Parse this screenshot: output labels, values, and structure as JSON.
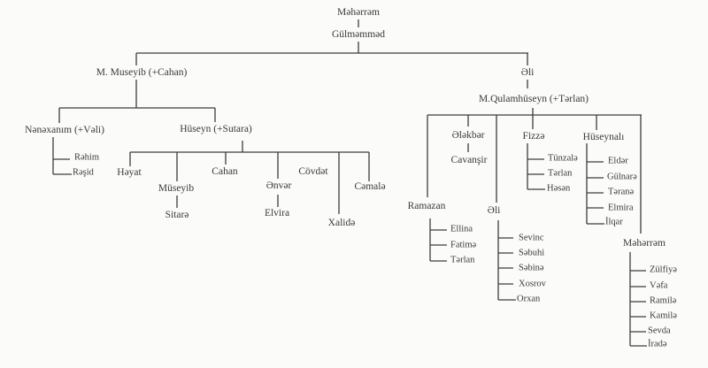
{
  "gen1": "Məhərrəm",
  "gen2": "Gülməmməd",
  "left": {
    "name": "M. Museyib (+Cahan)",
    "children": [
      {
        "name": "Nənəxanım (+Vəli)",
        "children": [
          "Rəhim",
          "Rəşid"
        ]
      },
      {
        "name": "Hüseyn (+Sutara)",
        "children": [
          {
            "name": "Həyat"
          },
          {
            "name": "Müseyib",
            "children": [
              "Sitarə"
            ]
          },
          {
            "name": "Cahan"
          },
          {
            "name": "Ənvər",
            "children": [
              "Elvira"
            ]
          },
          {
            "name": "Cövdət"
          },
          {
            "name": "Xalidə"
          },
          {
            "name": "Cəmalə"
          }
        ]
      }
    ]
  },
  "right": {
    "name": "Əli",
    "child": {
      "name": "M.Qulamhüseyn (+Tərlan)",
      "children": [
        {
          "name": "Ramazan",
          "children": [
            "Ellina",
            "Fatimə",
            "Tərlan"
          ]
        },
        {
          "name": "Ələkbər",
          "children": [
            "Cavanşir"
          ]
        },
        {
          "name": "Əli",
          "children": [
            "Sevinc",
            "Səbuhi",
            "Səbinə",
            "Xosrov",
            "Orxan"
          ]
        },
        {
          "name": "Fizzə",
          "children": [
            "Tünzalə",
            "Tərlan",
            "Həsən"
          ]
        },
        {
          "name": "Hüseynalı",
          "children": [
            "Eldər",
            "Gülnarə",
            "Təranə",
            "Elmira",
            "İlqar"
          ]
        },
        {
          "name": "Məhərrəm",
          "children": [
            "Zülfiyə",
            "Vəfa",
            "Ramilə",
            "Kamilə",
            "Sevda",
            "İradə"
          ]
        }
      ]
    }
  }
}
